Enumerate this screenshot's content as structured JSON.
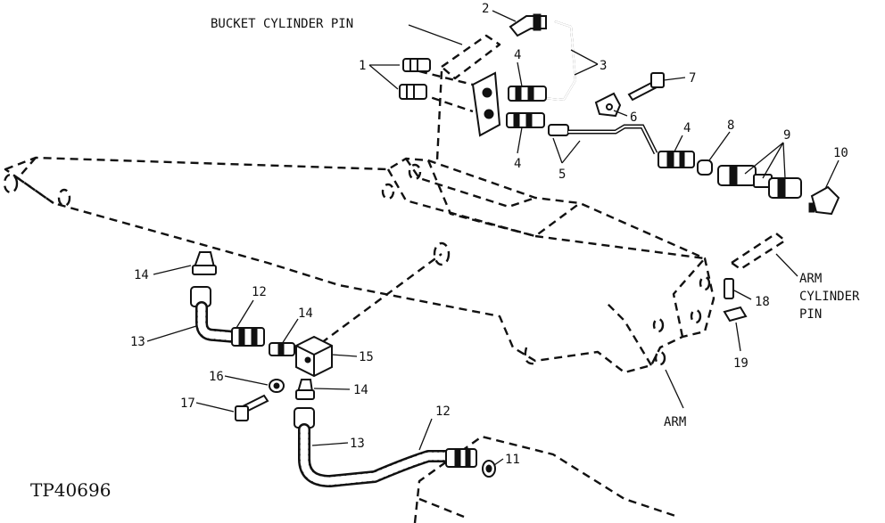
{
  "labels": {
    "bucket_cylinder_pin": "BUCKET CYLINDER PIN",
    "arm_cylinder_pin_1": "ARM",
    "arm_cylinder_pin_2": "CYLINDER",
    "arm_cylinder_pin_3": "PIN",
    "arm": "ARM",
    "figure_ref": "TP40696"
  },
  "callouts": {
    "n1": "1",
    "n2": "2",
    "n3": "3",
    "n4a": "4",
    "n4b": "4",
    "n4c": "4",
    "n5": "5",
    "n6": "6",
    "n7": "7",
    "n8": "8",
    "n9": "9",
    "n10": "10",
    "n11": "11",
    "n12a": "12",
    "n12b": "12",
    "n13a": "13",
    "n13b": "13",
    "n14a": "14",
    "n14b": "14",
    "n14c": "14",
    "n15": "15",
    "n16": "16",
    "n17": "17",
    "n18": "18",
    "n19": "19"
  }
}
